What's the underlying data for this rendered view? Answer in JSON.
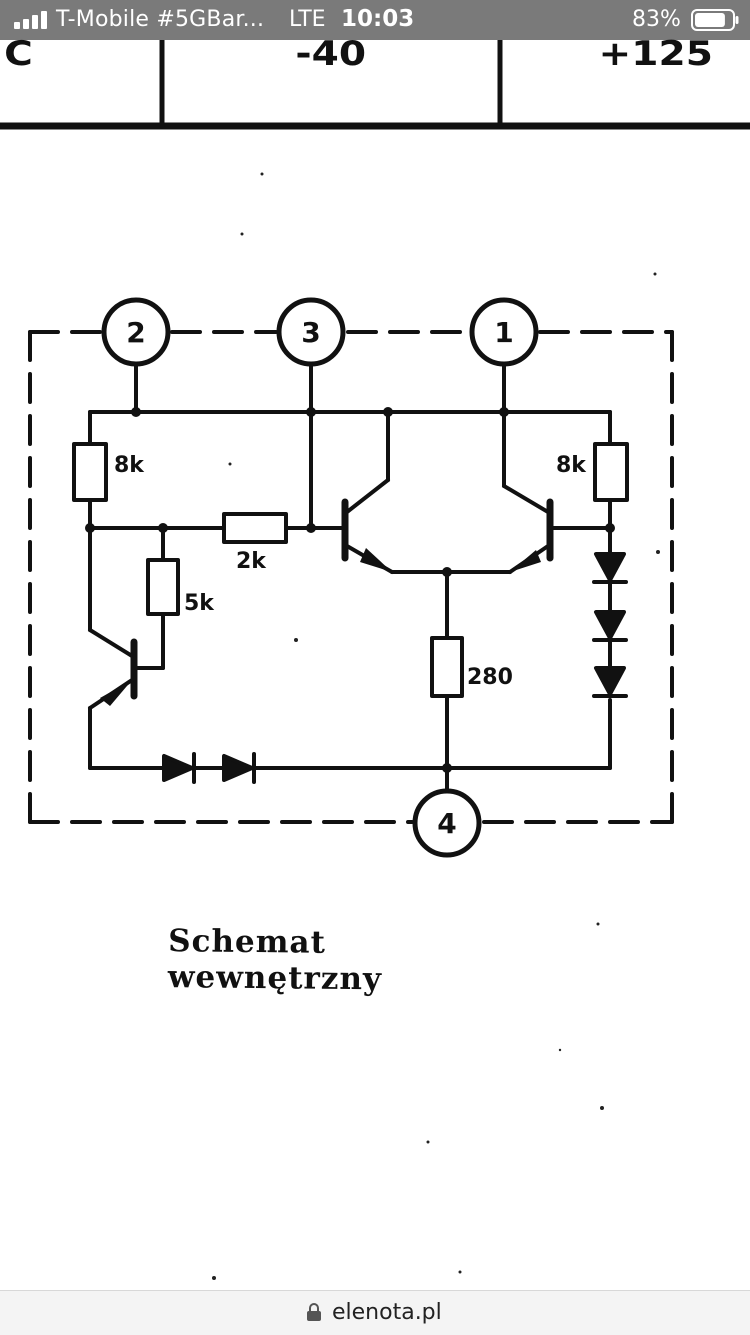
{
  "status_bar": {
    "carrier": "T-Mobile #5GBar...",
    "network": "LTE",
    "time": "10:03",
    "battery_percent": "83%",
    "battery_level": 0.83,
    "signal_icon": "signal-bars-icon",
    "battery_icon": "battery-icon"
  },
  "table_fragment": {
    "col1": "C",
    "col2": "-40",
    "col3": "+125"
  },
  "schematic": {
    "pins": [
      "2",
      "3",
      "1",
      "4"
    ],
    "resistors": {
      "r_left_top": "8k",
      "r_middle": "2k",
      "r_vertical": "5k",
      "r_right_top": "8k",
      "r_bottom": "280"
    }
  },
  "caption": "Schemat wewnętrzny",
  "bottom_bar": {
    "lock_icon": "lock-icon",
    "url": "elenota.pl"
  }
}
